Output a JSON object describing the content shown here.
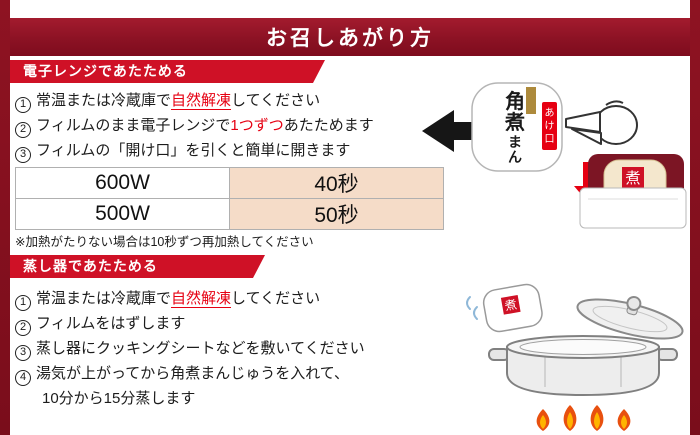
{
  "page": {
    "title": "お召しあがり方"
  },
  "colors": {
    "frame_red": "#8a1021",
    "ribbon_red": "#cf1126",
    "accent_red": "#e60012",
    "table_highlight": "#f5dcc8",
    "flame_orange": "#e8500f"
  },
  "microwave": {
    "header": "電子レンジであたためる",
    "steps": [
      {
        "num": "1",
        "pre": "常温または冷蔵庫で",
        "em": "自然解凍",
        "post": "してください"
      },
      {
        "num": "2",
        "pre": "フィルムのまま電子レンジで",
        "em": "1つずつ",
        "post": "あたためます"
      },
      {
        "num": "3",
        "pre": "フィルムの「開け口」を引くと簡単に開きます",
        "em": "",
        "post": ""
      }
    ],
    "table": {
      "rows": [
        {
          "watt": "600W",
          "time": "40秒"
        },
        {
          "watt": "500W",
          "time": "50秒"
        }
      ]
    },
    "note": "※加熱がたりない場合は10秒ずつ再加熱してください",
    "illustration": {
      "bun_chars": [
        "角",
        "煮",
        "ま",
        "ん"
      ],
      "tab_chars": [
        "あ",
        "け",
        "口"
      ],
      "stamp": "煮"
    }
  },
  "steamer": {
    "header": "蒸し器であたためる",
    "steps": [
      {
        "num": "1",
        "pre": "常温または冷蔵庫で",
        "em": "自然解凍",
        "post": "してください"
      },
      {
        "num": "2",
        "pre": "フィルムをはずします",
        "em": "",
        "post": ""
      },
      {
        "num": "3",
        "pre": "蒸し器にクッキングシートなどを敷いてください",
        "em": "",
        "post": ""
      },
      {
        "num": "4",
        "pre": "湯気が上がってから角煮まんじゅうを入れて、",
        "em": "",
        "post": ""
      }
    ],
    "continuation": "10分から15分蒸します",
    "illustration": {
      "stamp": "煮"
    }
  }
}
